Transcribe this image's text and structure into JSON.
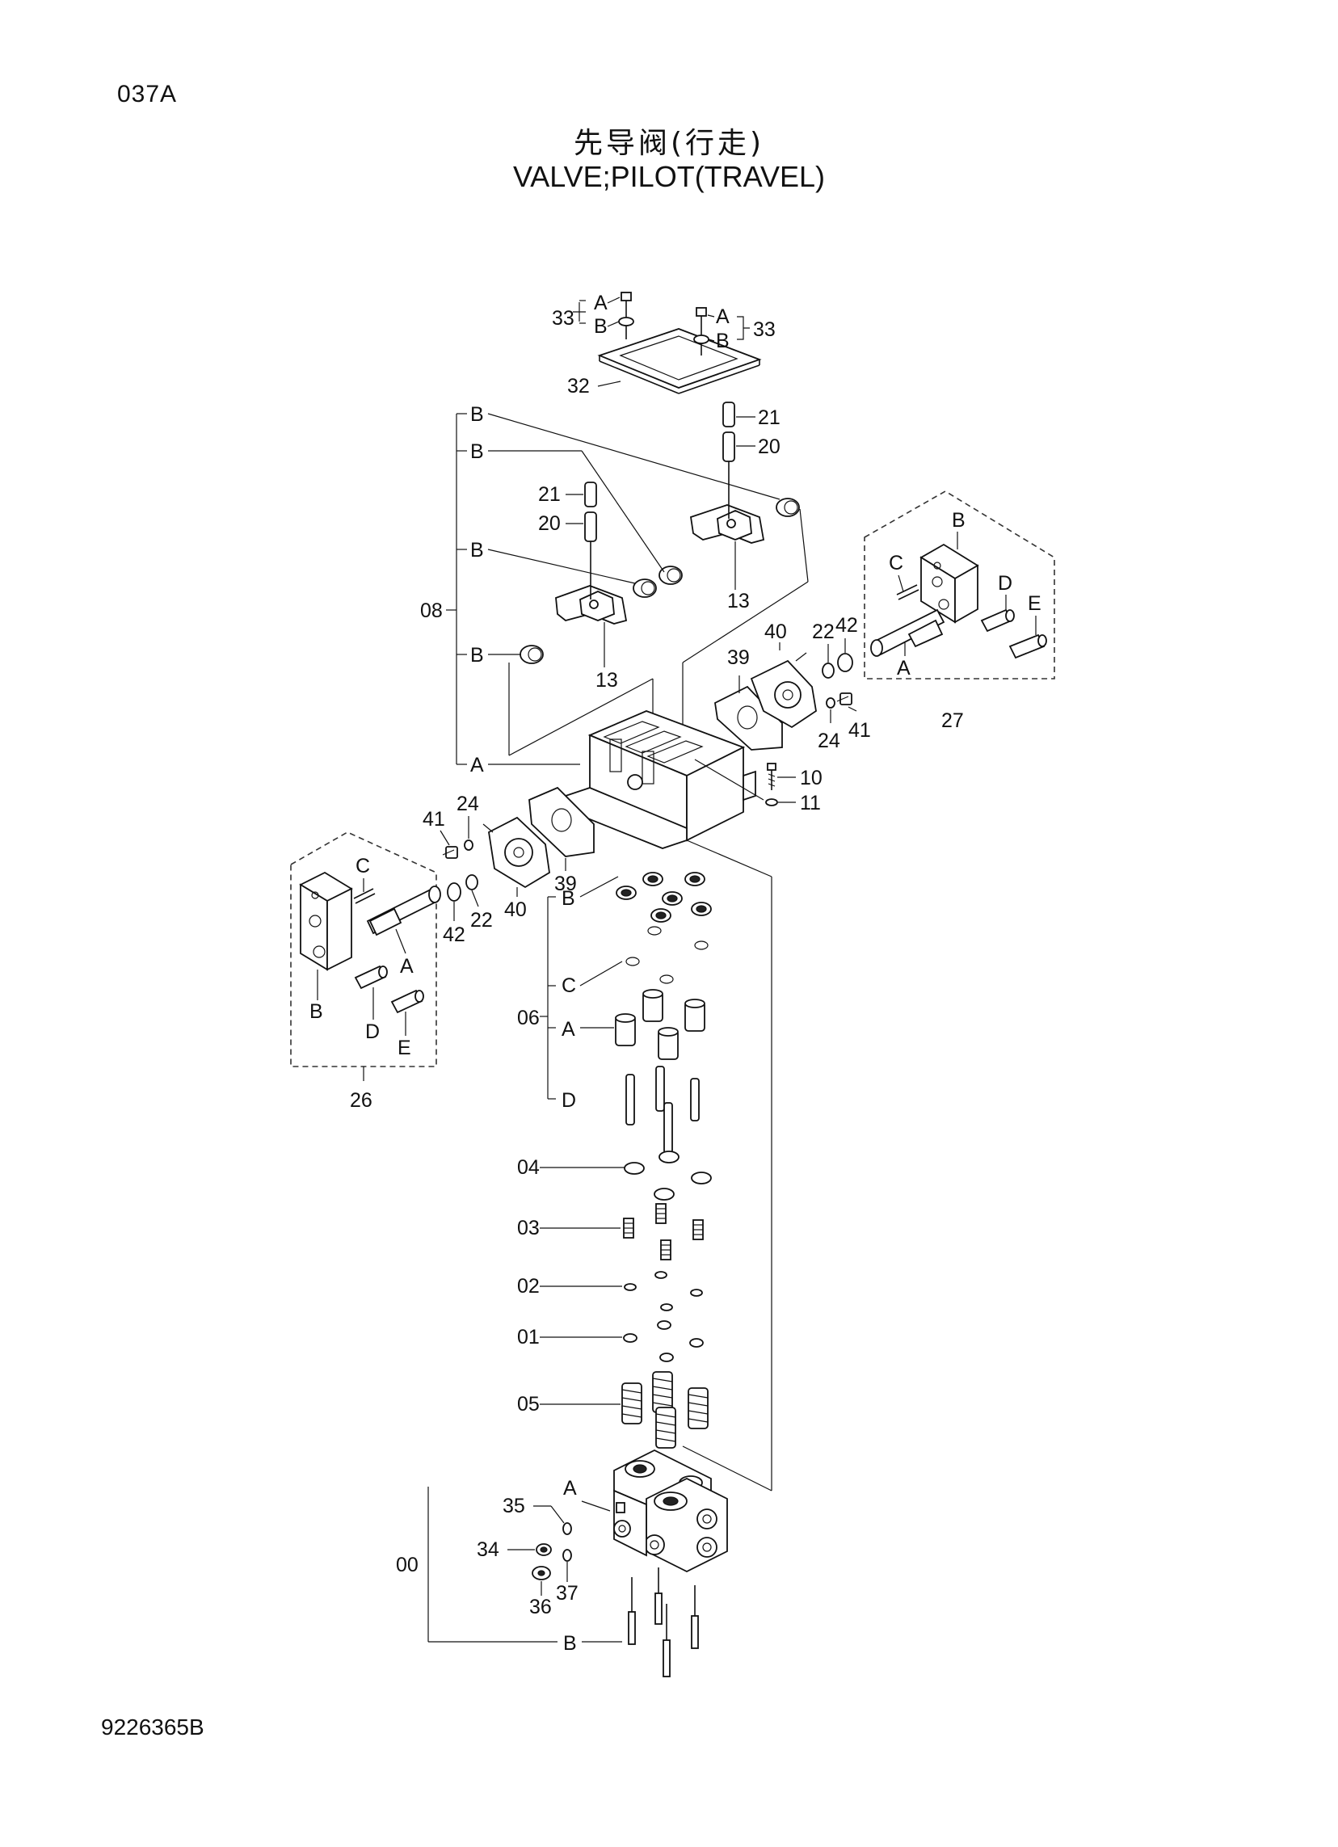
{
  "header": {
    "page_code": "037A",
    "title_cn": "先导阀(行走)",
    "title_en": "VALVE;PILOT(TRAVEL)"
  },
  "footer": {
    "drawing_number": "9226365B"
  },
  "callouts": {
    "c33_left": "33",
    "c33_right": "33",
    "c33_left_a": "A",
    "c33_left_b": "B",
    "c33_right_a": "A",
    "c33_right_b": "B",
    "c32": "32",
    "c21_top": "21",
    "c20_top": "20",
    "c21_mid": "21",
    "c20_mid": "20",
    "c13_right": "13",
    "c13_left": "13",
    "c08": "08",
    "c08_b1": "B",
    "c08_b2": "B",
    "c08_b3": "B",
    "c08_b4": "B",
    "c08_a": "A",
    "c27": "27",
    "c27_b": "B",
    "c27_c": "C",
    "c27_d": "D",
    "c27_e": "E",
    "c27_a": "A",
    "c22_right": "22",
    "c42_right": "42",
    "c40_right": "40",
    "c39_right": "39",
    "c24_right": "24",
    "c41_right": "41",
    "c10": "10",
    "c11": "11",
    "c41_left": "41",
    "c24_left": "24",
    "c39_left": "39",
    "c40_left": "40",
    "c22_left": "22",
    "c42_left": "42",
    "c26": "26",
    "c26_c": "C",
    "c26_a": "A",
    "c26_b": "B",
    "c26_d": "D",
    "c26_e": "E",
    "c06": "06",
    "c06_b": "B",
    "c06_c": "C",
    "c06_a": "A",
    "c06_d": "D",
    "c04": "04",
    "c03": "03",
    "c02": "02",
    "c01": "01",
    "c05": "05",
    "c00": "00",
    "c00_a": "A",
    "c00_b": "B",
    "c35": "35",
    "c34": "34",
    "c36": "36",
    "c37": "37"
  }
}
